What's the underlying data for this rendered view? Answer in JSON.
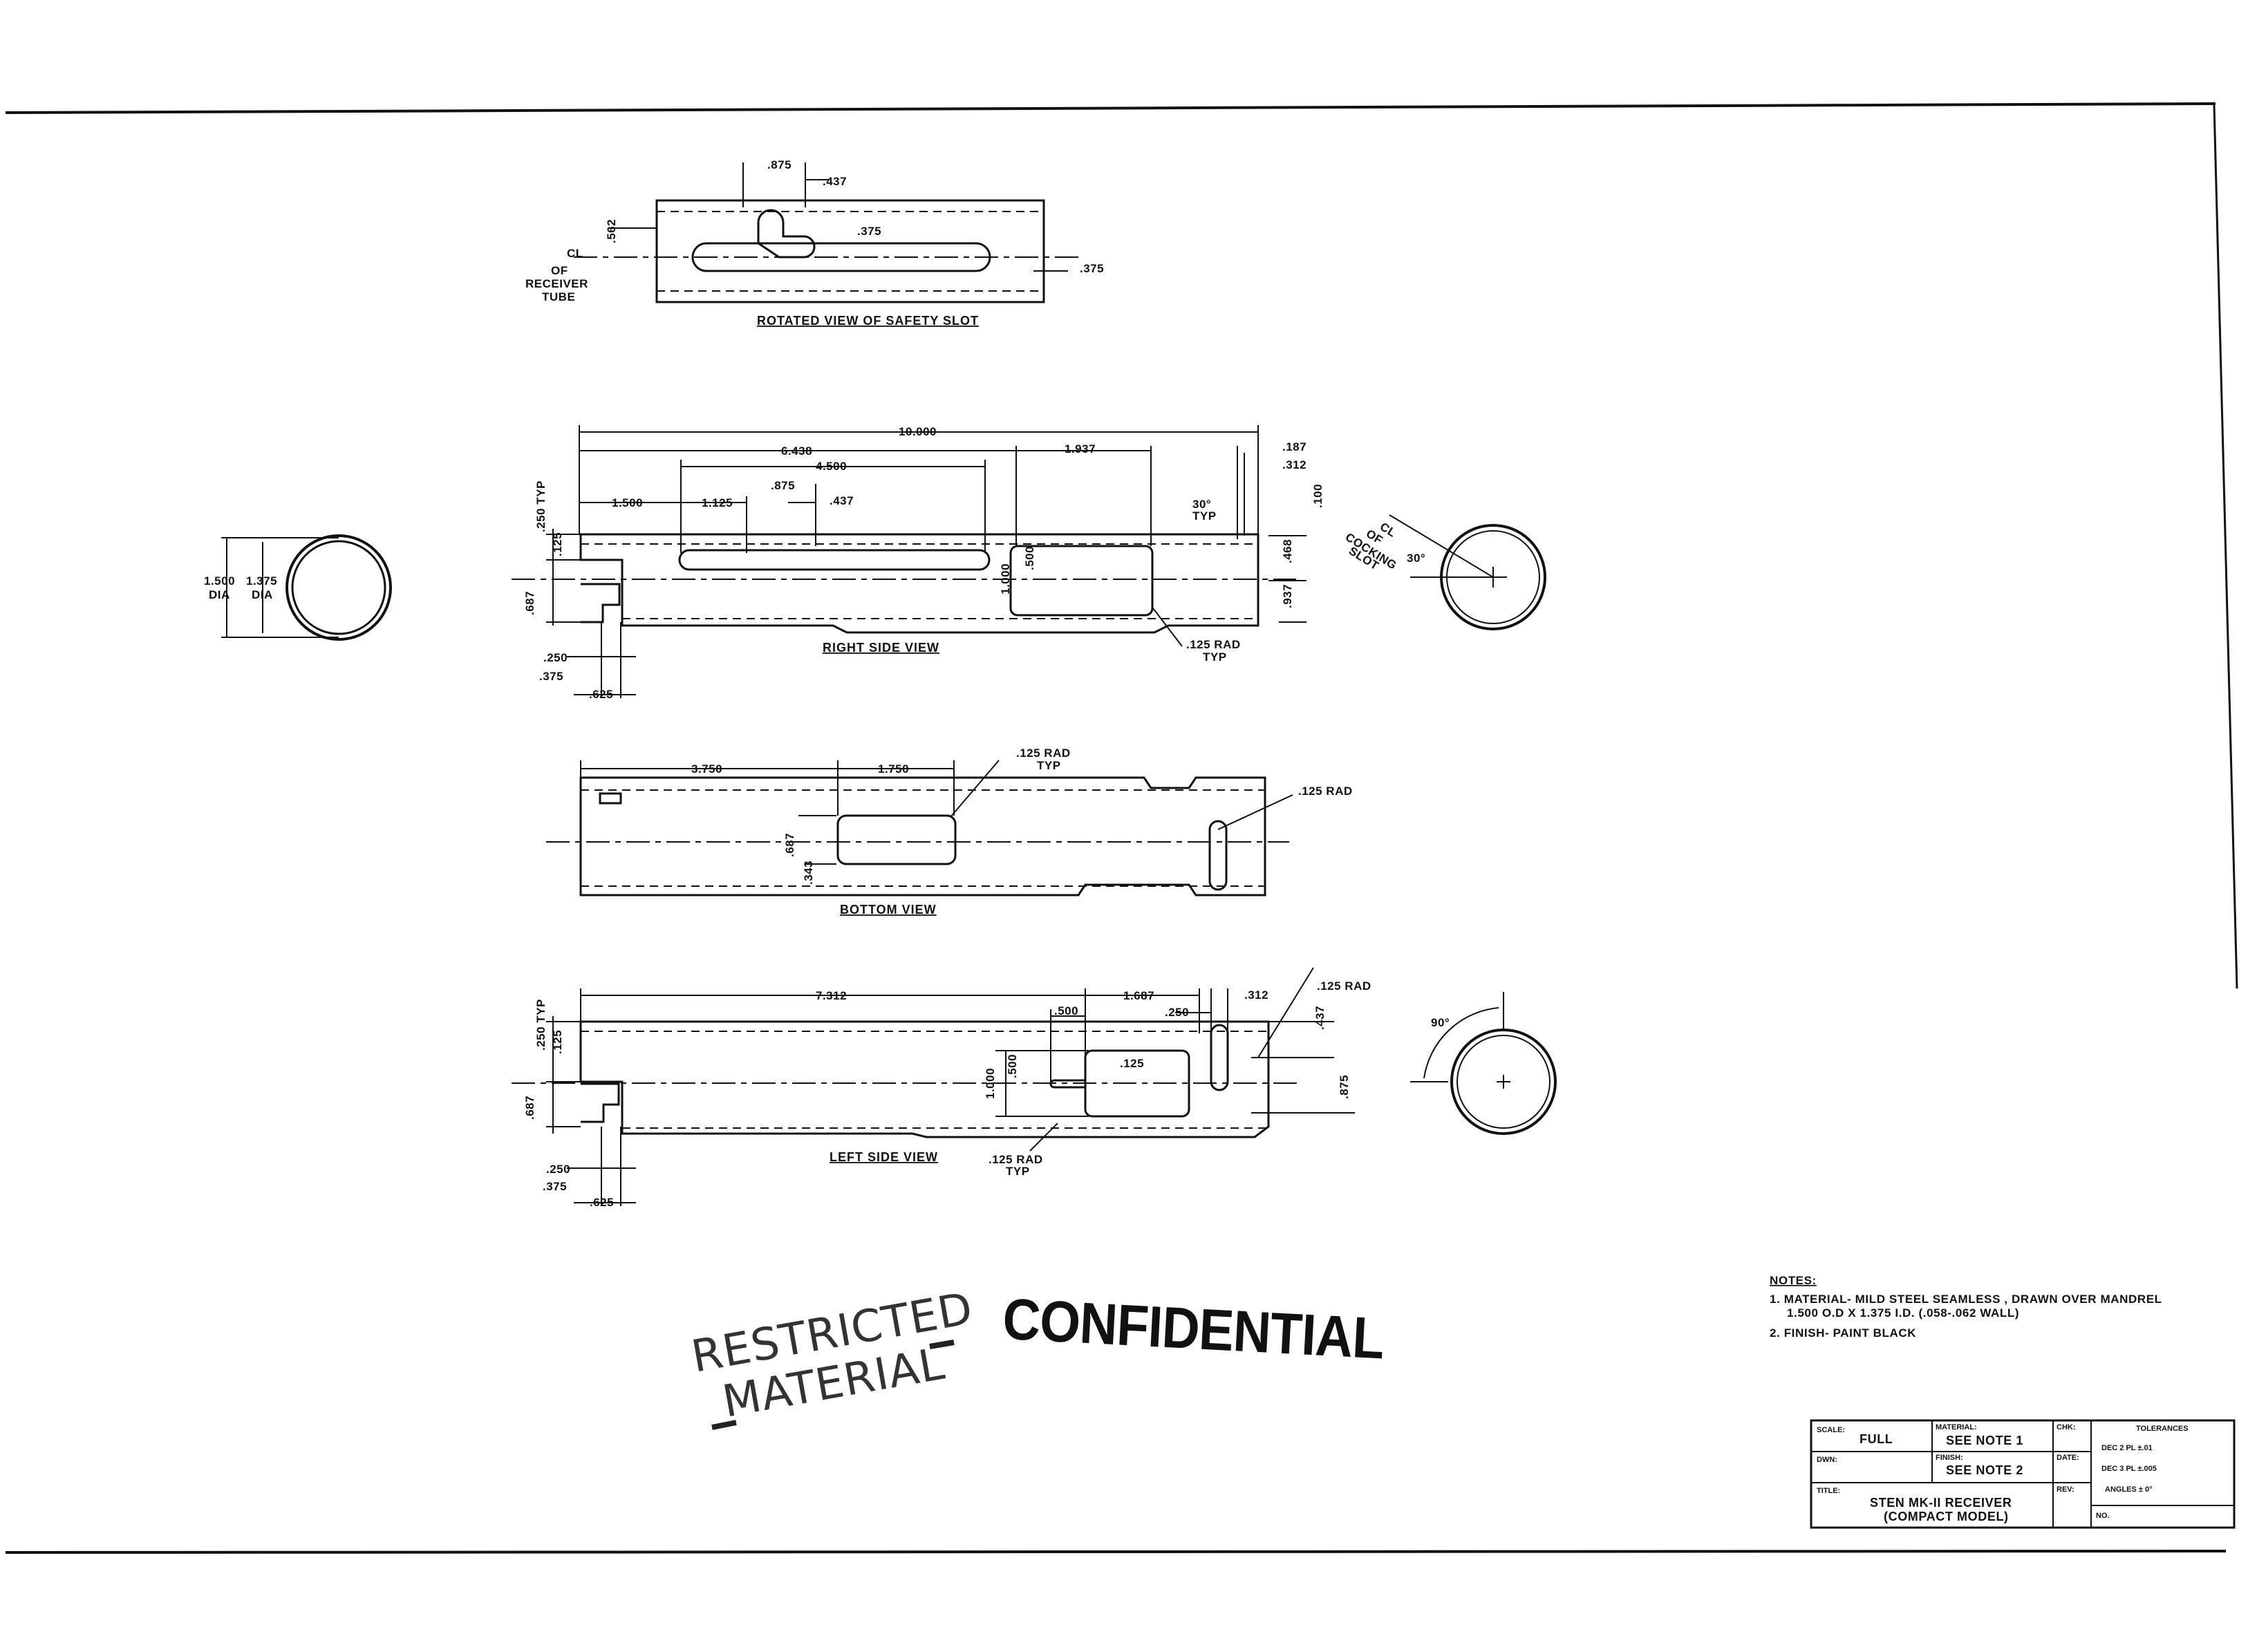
{
  "views": {
    "safety_slot": {
      "caption": "ROTATED VIEW OF SAFETY SLOT",
      "dims": {
        "a": ".875",
        "b": ".437",
        "c": ".562",
        "d": ".375",
        "e": ".375"
      },
      "centerline_label": [
        "CL",
        "OF",
        "RECEIVER",
        "TUBE"
      ]
    },
    "end_section": {
      "outer_dia": "1.500",
      "inner_dia": "1.375",
      "dia_word": "DIA"
    },
    "right_side": {
      "caption": "RIGHT SIDE VIEW",
      "dims": {
        "overall": "10.000",
        "d6438": "6.438",
        "d1937": "1.937",
        "d4500": "4.500",
        "d1500": "1.500",
        "d1125": "1.125",
        "d875": ".875",
        "d437": ".437",
        "d187": ".187",
        "d312": ".312",
        "d30": "30°",
        "typ": "TYP",
        "d100": ".100",
        "d250typ": ".250 TYP",
        "d125": ".125",
        "d687": ".687",
        "d500": ".500",
        "d1000": "1.000",
        "d468": ".468",
        "d937": ".937",
        "d250": ".250",
        "d375": ".375",
        "d625": ".625",
        "rad": ".125 RAD",
        "rad_typ": "TYP"
      },
      "cocking_label": [
        "CL",
        "OF",
        "COCKING",
        "SLOT"
      ],
      "cocking_angle": "30°"
    },
    "bottom": {
      "caption": "BOTTOM VIEW",
      "dims": {
        "d3750": "3.750",
        "d1750": "1.750",
        "d687": ".687",
        "d343": ".343",
        "rad1": ".125 RAD",
        "rad1_typ": "TYP",
        "rad2": ".125 RAD"
      }
    },
    "left_side": {
      "caption": "LEFT SIDE VIEW",
      "dims": {
        "d7312": "7.312",
        "d1687": "1.687",
        "d312": ".312",
        "d500": ".500",
        "d250": ".250",
        "d437": ".437",
        "d125": ".125",
        "d1000": "1.000",
        "d500v": ".500",
        "d875": ".875",
        "d250typ": ".250 TYP",
        "d125v": ".125",
        "d687": ".687",
        "d250b": ".250",
        "d375": ".375",
        "d625": ".625",
        "rad": ".125 RAD",
        "rad_typ": "TYP",
        "rad_top": ".125 RAD"
      },
      "angle": "90°"
    }
  },
  "stamps": {
    "restricted_1": "RESTRICTED",
    "restricted_2": "MATERIAL",
    "confidential": "CONFIDENTIAL"
  },
  "notes": {
    "heading": "NOTES:",
    "line1": "1. MATERIAL- MILD STEEL SEAMLESS , DRAWN OVER MANDREL",
    "line2": "1.500 O.D X 1.375 I.D. (.058-.062 WALL)",
    "line3": "2. FINISH- PAINT BLACK"
  },
  "title_block": {
    "scale_label": "SCALE:",
    "scale_value": "FULL",
    "material_label": "MATERIAL:",
    "material_value": "SEE NOTE 1",
    "chk_label": "CHK:",
    "dwn_label": "DWN:",
    "finish_label": "FINISH:",
    "finish_value": "SEE NOTE 2",
    "date_label": "DATE:",
    "title_label": "TITLE:",
    "title_1": "STEN MK-II RECEIVER",
    "title_2": "(COMPACT MODEL)",
    "rev_label": "REV:",
    "tolerances_label": "TOLERANCES",
    "tol_2pl": "DEC 2 PL ±.01",
    "tol_3pl": "DEC 3 PL ±.005",
    "tol_angles": "ANGLES ± 0°",
    "no_label": "NO."
  }
}
